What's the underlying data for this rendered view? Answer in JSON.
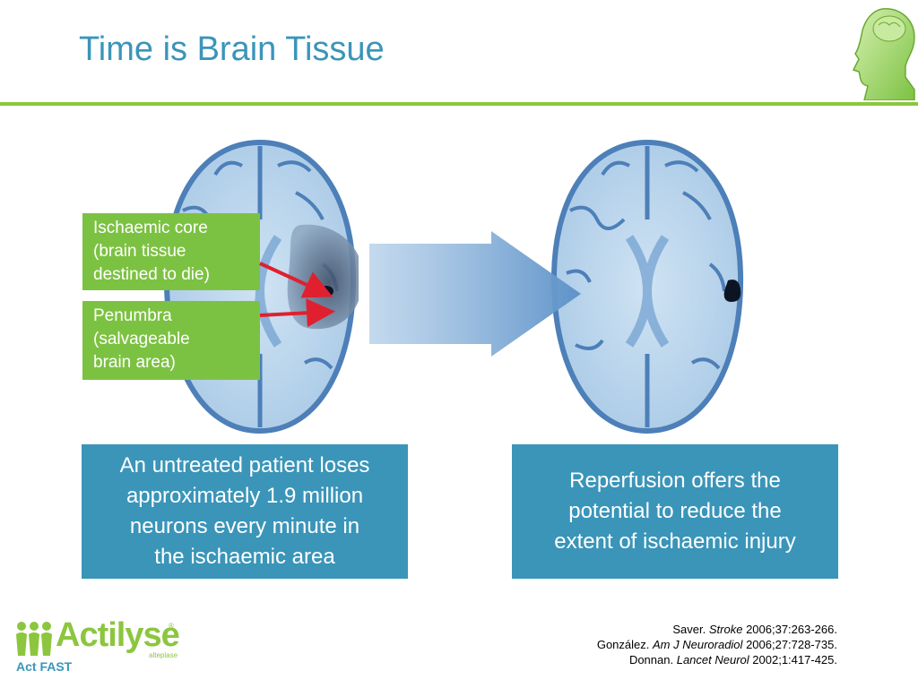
{
  "slide": {
    "title": "Time is Brain Tissue"
  },
  "labels": {
    "core": [
      "Ischaemic core",
      "(brain tissue",
      "destined to die)"
    ],
    "penumbra": [
      "Penumbra",
      "(salvageable",
      "brain area)"
    ]
  },
  "boxes": {
    "left": [
      "An untreated patient loses",
      "approximately 1.9 million",
      "neurons every minute in",
      "the ischaemic area"
    ],
    "right": [
      "Reperfusion offers the",
      "potential to reduce the",
      "extent of ischaemic injury"
    ]
  },
  "brand": {
    "name": "Actilyse",
    "reg": "®",
    "sub": "alteplase",
    "tagline": "Act FAST"
  },
  "references": [
    {
      "author": "Saver.",
      "journal": "Stroke",
      "detail": "2006;37:263-266."
    },
    {
      "author": "González.",
      "journal": "Am J Neuroradiol",
      "detail": "2006;27:728-735."
    },
    {
      "author": "Donnan.",
      "journal": "Lancet Neurol",
      "detail": "2002;1:417-425."
    }
  ],
  "colors": {
    "accent_blue": "#3a95b9",
    "accent_green": "#8cc63f",
    "label_green": "#7cc242",
    "pointer_red": "#e0202e"
  }
}
